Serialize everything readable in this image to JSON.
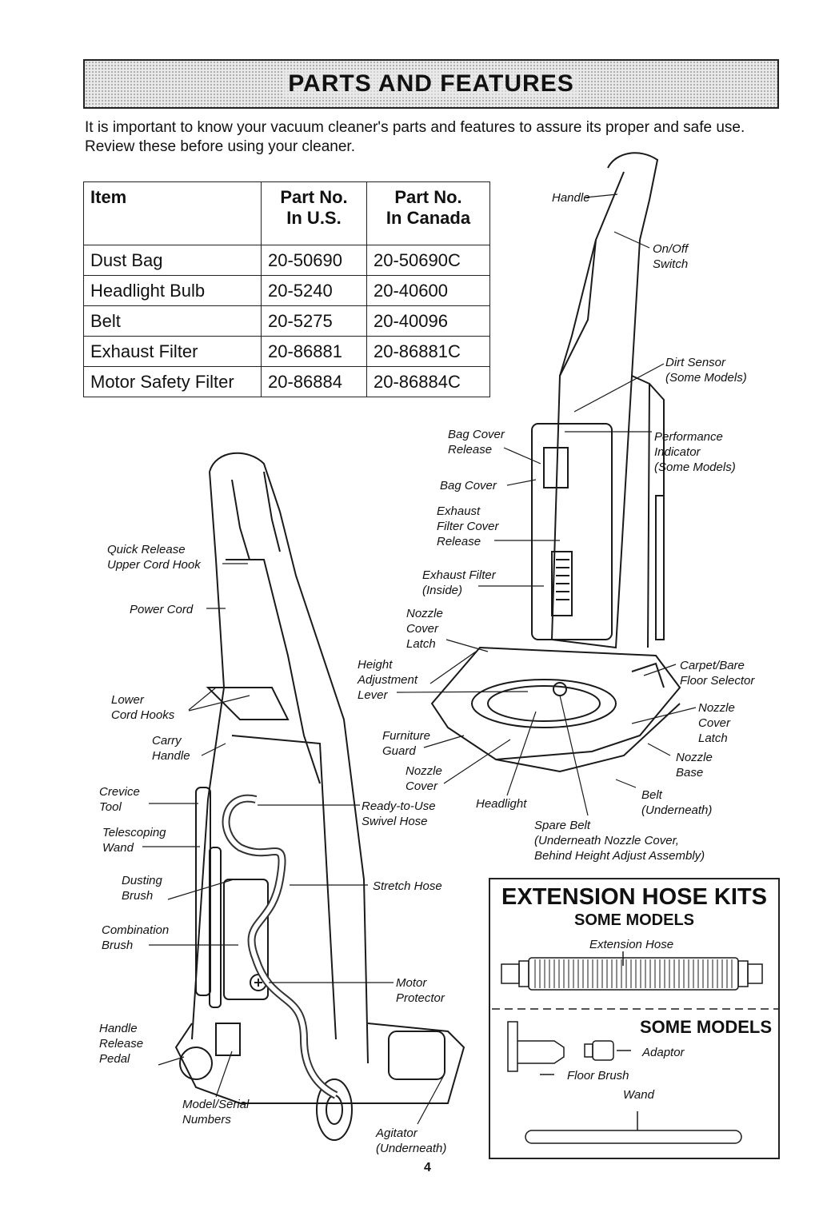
{
  "header": {
    "title": "PARTS AND FEATURES"
  },
  "intro": "It is important to know your vacuum cleaner's parts and features to assure its proper and safe use. Review these before using your cleaner.",
  "parts_table": {
    "headers": [
      "Item",
      "Part No.\nIn U.S.",
      "Part No.\nIn Canada"
    ],
    "rows": [
      [
        "Dust Bag",
        "20-50690",
        "20-50690C"
      ],
      [
        "Headlight Bulb",
        "20-5240",
        "20-40600"
      ],
      [
        "Belt",
        "20-5275",
        "20-40096"
      ],
      [
        "Exhaust Filter",
        "20-86881",
        "20-86881C"
      ],
      [
        "Motor Safety Filter",
        "20-86884",
        "20-86884C"
      ]
    ]
  },
  "labels": {
    "handle": "Handle",
    "onoff": "On/Off\nSwitch",
    "dirt_sensor": "Dirt Sensor\n(Some Models)",
    "bag_cover_release": "Bag Cover\nRelease",
    "performance": "Performance\nIndicator\n(Some Models)",
    "bag_cover": "Bag Cover",
    "exhaust_filter_cover": "Exhaust\nFilter Cover\nRelease",
    "exhaust_filter": "Exhaust Filter\n(Inside)",
    "nozzle_cover_latch_left": "Nozzle\nCover\nLatch",
    "height_adjust": "Height\nAdjustment\nLever",
    "carpet_bare": "Carpet/Bare\nFloor Selector",
    "nozzle_cover_latch_right": "Nozzle\nCover\nLatch",
    "furniture_guard": "Furniture\nGuard",
    "nozzle_base": "Nozzle\nBase",
    "nozzle_cover": "Nozzle\nCover",
    "belt": "Belt\n(Underneath)",
    "headlight": "Headlight",
    "spare_belt": "Spare Belt\n(Underneath Nozzle Cover,\nBehind Height Adjust Assembly)",
    "quick_release": "Quick Release\nUpper Cord Hook",
    "power_cord": "Power Cord",
    "lower_cord_hooks": "Lower\nCord Hooks",
    "carry_handle": "Carry\nHandle",
    "crevice_tool": "Crevice\nTool",
    "ready_hose": "Ready-to-Use\nSwivel Hose",
    "telescoping_wand": "Telescoping\nWand",
    "dusting_brush": "Dusting\nBrush",
    "stretch_hose": "Stretch Hose",
    "combination_brush": "Combination\nBrush",
    "motor_protector": "Motor\nProtector",
    "handle_release": "Handle\nRelease\nPedal",
    "model_serial": "Model/Serial\nNumbers",
    "agitator": "Agitator\n(Underneath)"
  },
  "kit": {
    "title": "EXTENSION HOSE KITS",
    "subtitle": "SOME MODELS",
    "extension_hose": "Extension Hose",
    "subtitle2": "SOME MODELS",
    "adaptor": "Adaptor",
    "floor_brush": "Floor Brush",
    "wand": "Wand"
  },
  "page_number": "4"
}
